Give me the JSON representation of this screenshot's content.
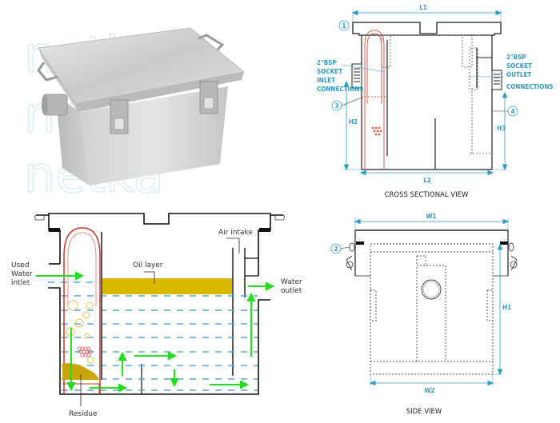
{
  "photo": {
    "watermark_lines": [
      "netka",
      "netka",
      "netka"
    ],
    "subject": "stainless steel grease trap with lid, handles and latches"
  },
  "cross_section": {
    "dims": {
      "top_width": "L1",
      "bottom_width": "L2",
      "inlet_height": "H2",
      "outlet_height": "H3"
    },
    "callouts": [
      "1",
      "3",
      "4"
    ],
    "inlet_label": [
      "2\"BSP",
      "SOCKET",
      "INLET",
      "CONNECTIONS"
    ],
    "outlet_label": [
      "2\"BSP",
      "SOCKET",
      "OUTLET",
      "CONNECTIONS"
    ],
    "caption": "CROSS SECTIONAL VIEW"
  },
  "flow_diagram": {
    "inlet_label": [
      "Used",
      "Water",
      "intlet"
    ],
    "oil_label": "Oil layer",
    "air_label": "Air intake",
    "outlet_label": [
      "Water",
      "outlet"
    ],
    "residue_label": "Residue"
  },
  "side_view": {
    "dims": {
      "top_width": "W1",
      "bottom_width": "W2",
      "height": "H1"
    },
    "callouts": [
      "2"
    ],
    "caption": "SIDE VIEW"
  },
  "colors": {
    "dimension_blue": "#2f9ac3",
    "flow_green": "#22dd22",
    "oil_yellow": "#d9b800",
    "baffle_red": "#c0392b",
    "water_dash": "#5aa9d6"
  }
}
